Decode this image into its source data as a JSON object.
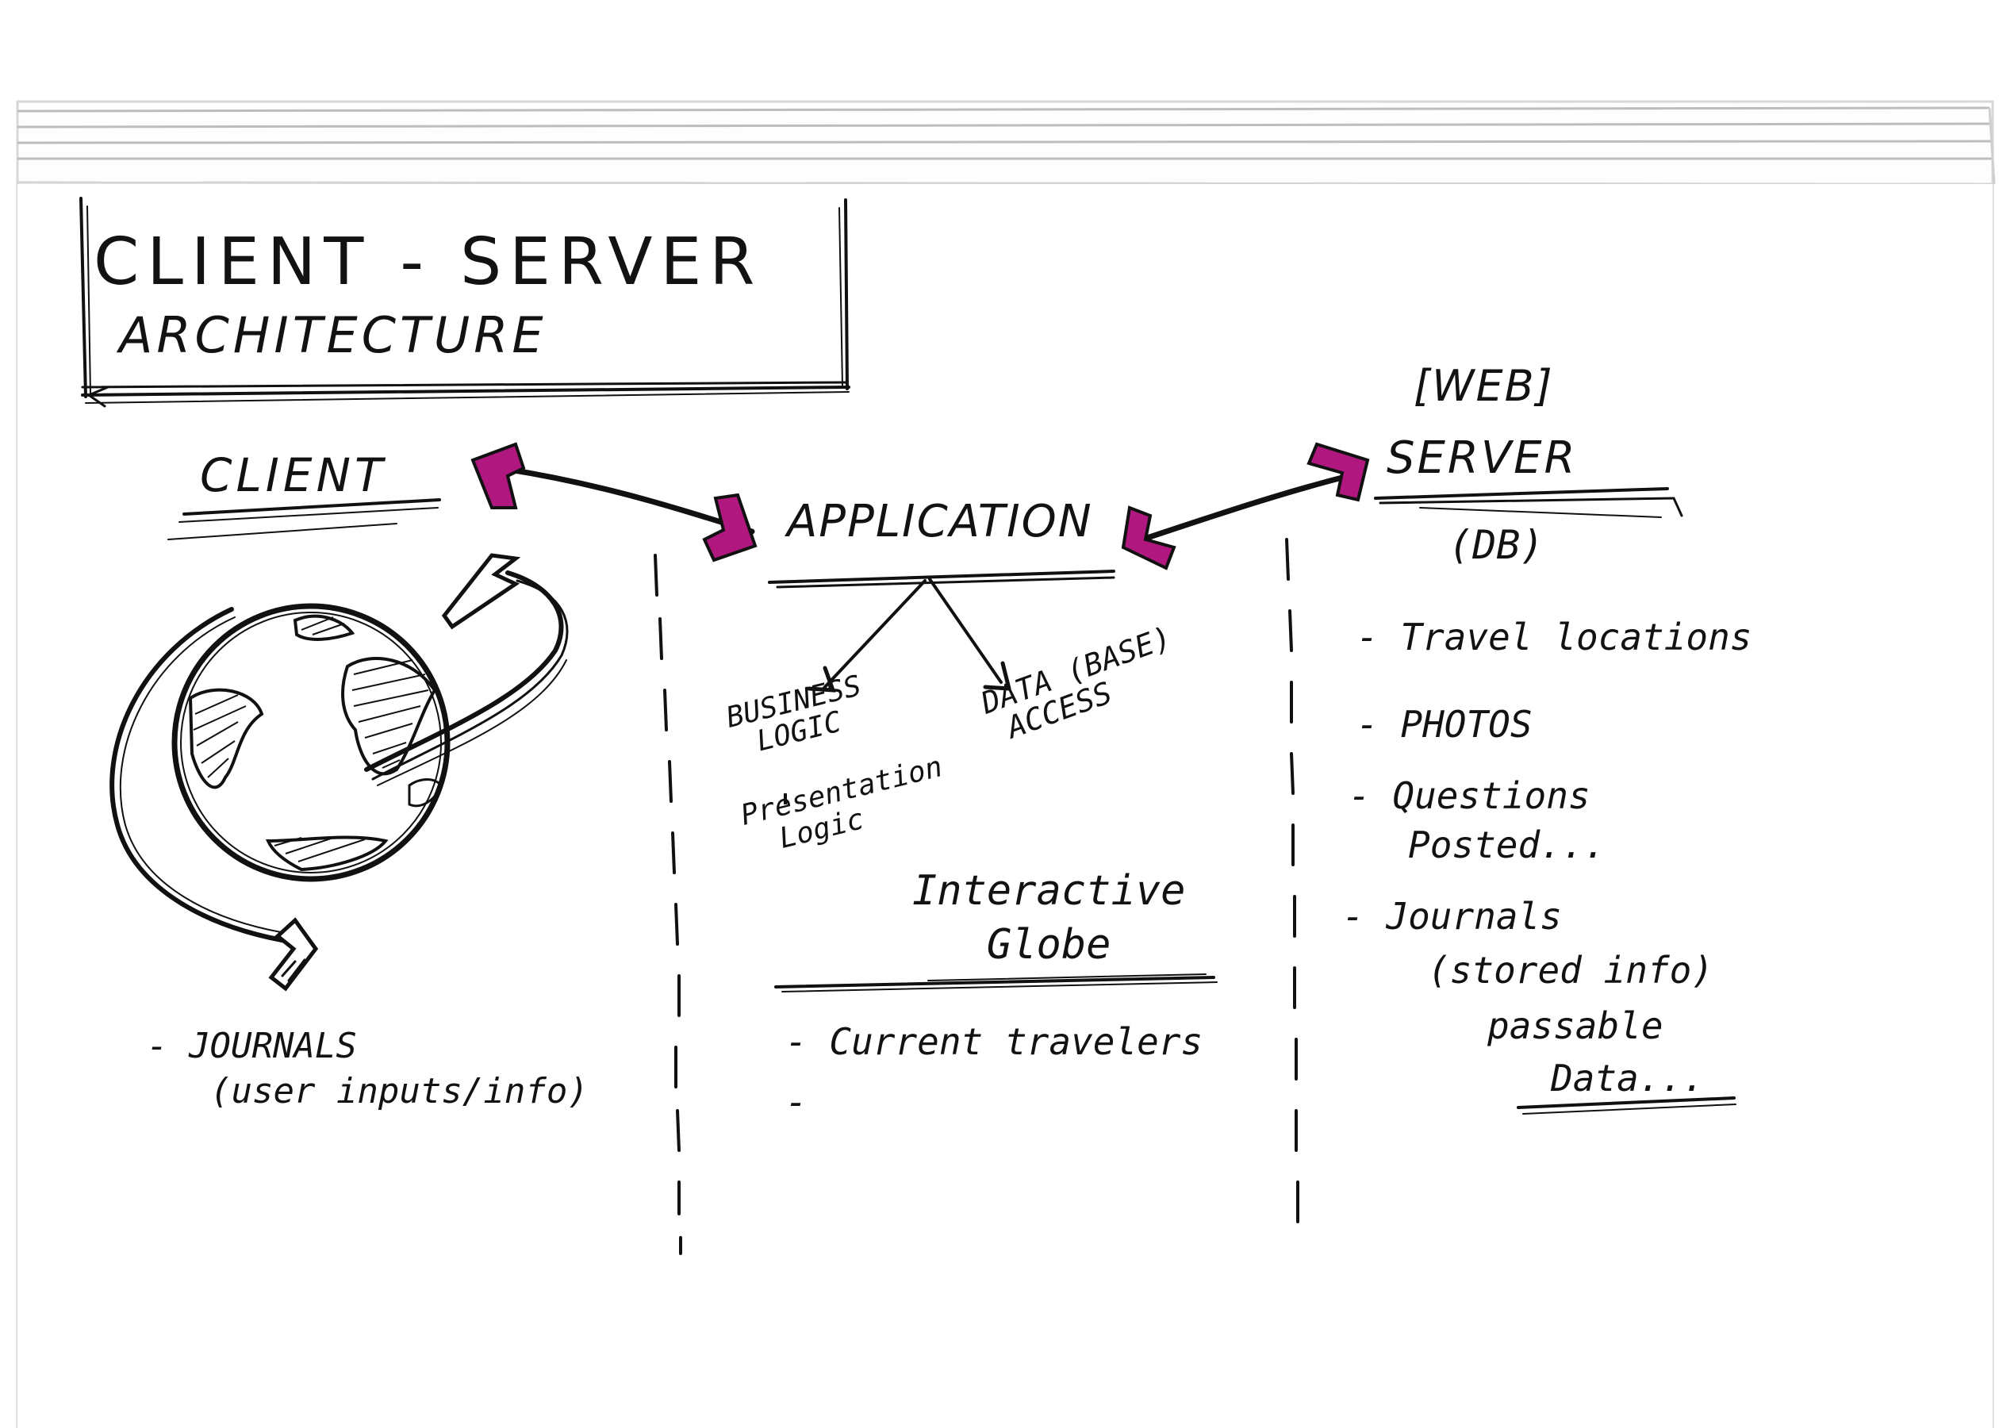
{
  "title": {
    "line1": "CLIENT - SERVER",
    "line2": "ARCHITECTURE"
  },
  "client": {
    "heading": "CLIENT",
    "items": [
      "- JOURNALS",
      "(user inputs/info)"
    ]
  },
  "application": {
    "heading": "APPLICATION",
    "business_logic": [
      "BUSINESS",
      "LOGIC"
    ],
    "presentation_logic": [
      "Presentation",
      "Logic"
    ],
    "data_access": [
      "DATA (BASE)",
      "ACCESS"
    ],
    "feature": [
      "Interactive",
      "Globe"
    ],
    "items": [
      "- Current travelers",
      "-"
    ]
  },
  "server": {
    "heading_top": "[WEB]",
    "heading": "SERVER",
    "db": "(DB)",
    "items": [
      "- Travel locations",
      "- PHOTOS",
      "- Questions",
      "Posted...",
      "- Journals",
      "(stored info)",
      "passable",
      "Data..."
    ]
  },
  "colors": {
    "ink": "#141414",
    "arrowhead": "#b0187f",
    "paper": "#ffffff",
    "page_edge": "#cfcfcf"
  },
  "icons": [
    "globe-icon",
    "double-headed-arrow-icon",
    "curved-arrow-icon"
  ]
}
